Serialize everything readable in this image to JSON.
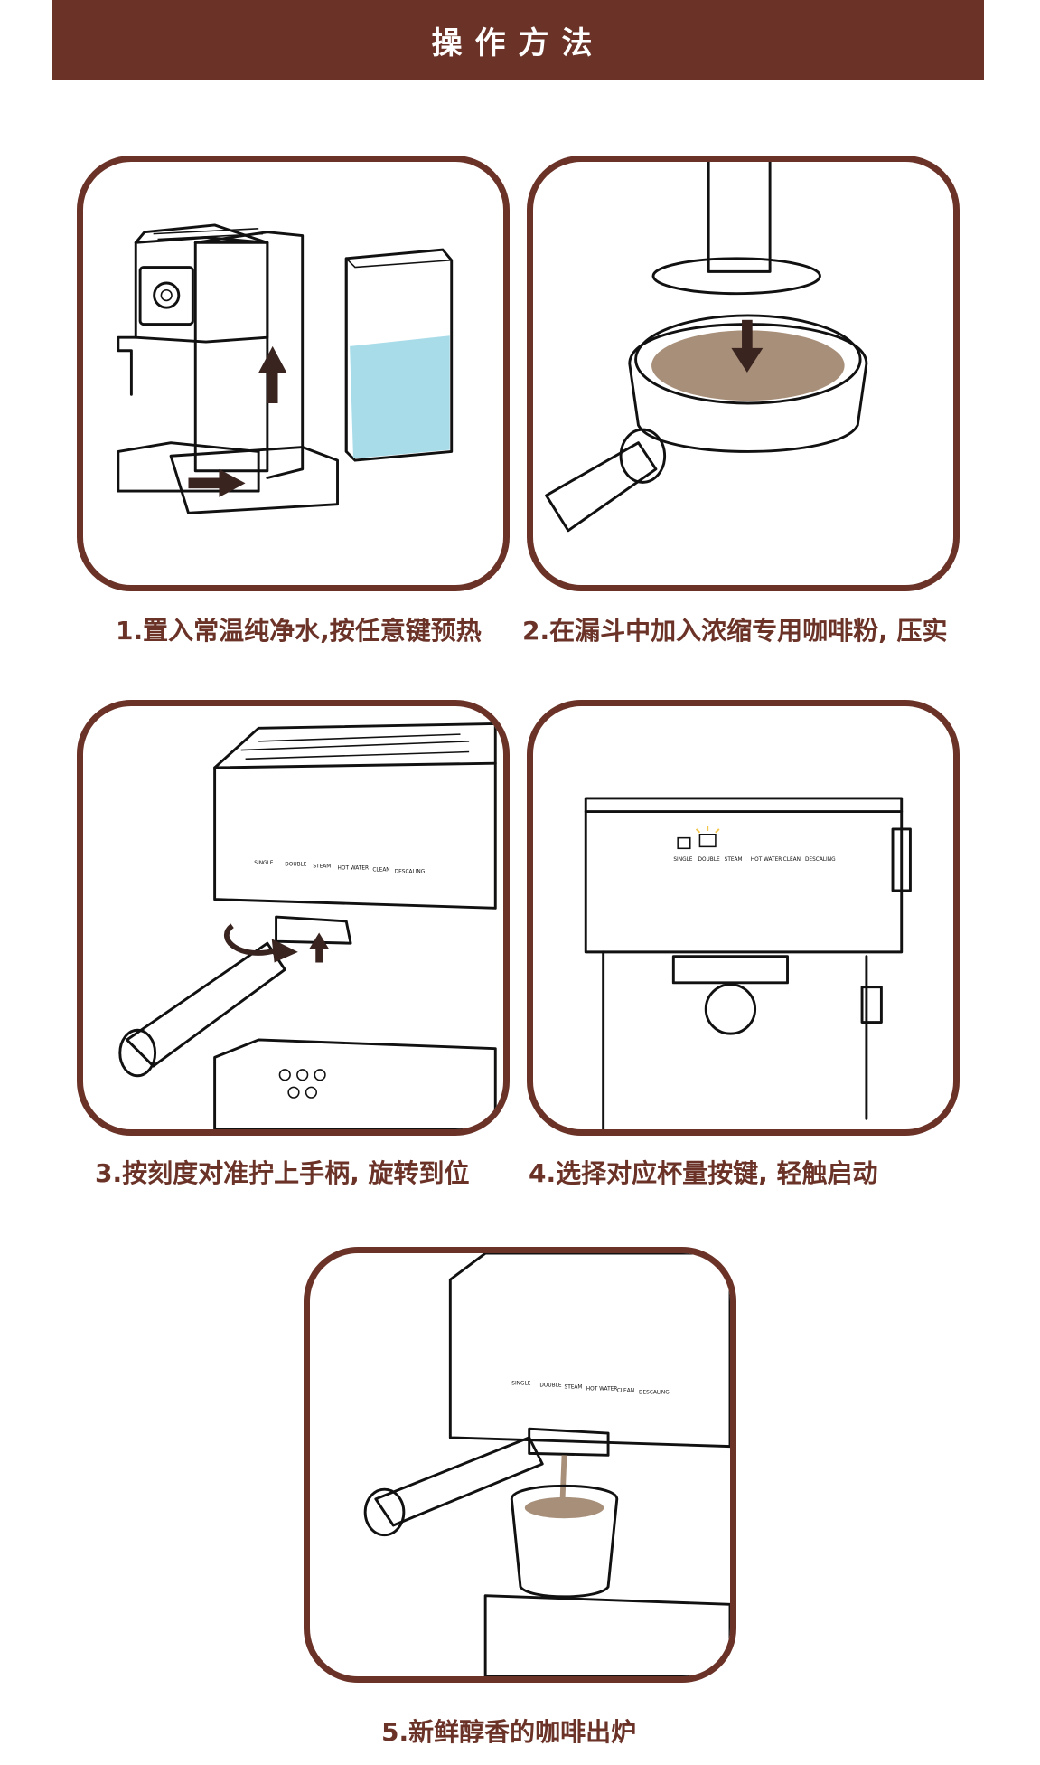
{
  "header": {
    "title": "操作方法"
  },
  "steps": [
    {
      "caption": "1.置入常温纯净水,按任意键预热"
    },
    {
      "caption": "2.在漏斗中加入浓缩专用咖啡粉, 压实"
    },
    {
      "caption": "3.按刻度对准拧上手柄, 旋转到位"
    },
    {
      "caption": "4.选择对应杯量按键, 轻触启动"
    },
    {
      "caption": "5.新鲜醇香的咖啡出炉"
    }
  ],
  "panel_labels": {
    "single": "SINGLE",
    "double": "DOUBLE",
    "steam": "STEAM",
    "hot_water": "HOT WATER",
    "clean": "CLEAN",
    "descaling": "DESCALING"
  },
  "colors": {
    "brand": "#6b3328",
    "water": "#a9dce9",
    "coffee": "#a88f79",
    "highlight": "#f3c64a"
  },
  "icons": [
    "arrow-up-icon",
    "arrow-right-icon",
    "arrow-down-icon",
    "rotate-arrow-icon",
    "cup-icon",
    "steam-icon",
    "hot-water-icon",
    "clean-icon",
    "descaling-icon"
  ]
}
